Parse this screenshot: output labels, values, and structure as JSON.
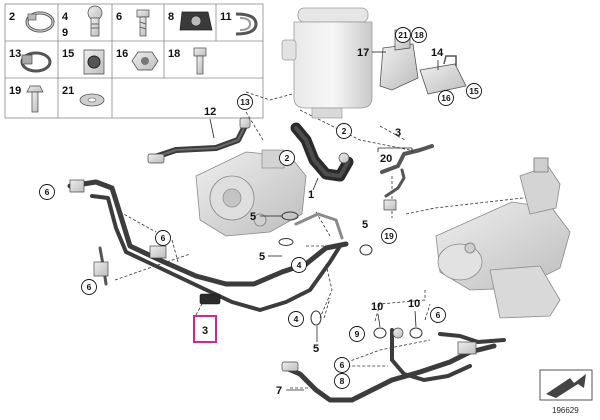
{
  "legend": {
    "cells": [
      {
        "id": "cell-2",
        "label": "2"
      },
      {
        "id": "cell-4-9",
        "label": "4\n9"
      },
      {
        "id": "cell-6",
        "label": "6"
      },
      {
        "id": "cell-8",
        "label": "8"
      },
      {
        "id": "cell-11",
        "label": "11"
      },
      {
        "id": "cell-13",
        "label": "13"
      },
      {
        "id": "cell-15",
        "label": "15"
      },
      {
        "id": "cell-16",
        "label": "16"
      },
      {
        "id": "cell-18",
        "label": "18"
      },
      {
        "id": "cell-19",
        "label": "19"
      },
      {
        "id": "cell-21",
        "label": "21"
      }
    ]
  },
  "callouts": {
    "c21": "21",
    "c18": "18",
    "c17": "17",
    "c14": "14",
    "c16": "16",
    "c15": "15",
    "c12": "12",
    "c13": "13",
    "c2a": "2",
    "c2b": "2",
    "c3top": "3",
    "c20": "20",
    "c1": "1",
    "c6a": "6",
    "c6b": "6",
    "c6c": "6",
    "c5a": "5",
    "c5b": "5",
    "c5c": "5",
    "c4a": "4",
    "c4b": "4",
    "c19": "19",
    "c10a": "10",
    "c10b": "10",
    "c9": "9",
    "c6d": "6",
    "c6e": "6",
    "c8": "8",
    "c7": "7",
    "c3": "3"
  },
  "highlight": {
    "label": "3",
    "color": "#e0218a"
  },
  "footer": {
    "drawing_number": "196629"
  },
  "colors": {
    "hose": "#3c3c3c",
    "part": "#d6d6d6",
    "line": "#222222",
    "highlight": "#e0218a"
  }
}
